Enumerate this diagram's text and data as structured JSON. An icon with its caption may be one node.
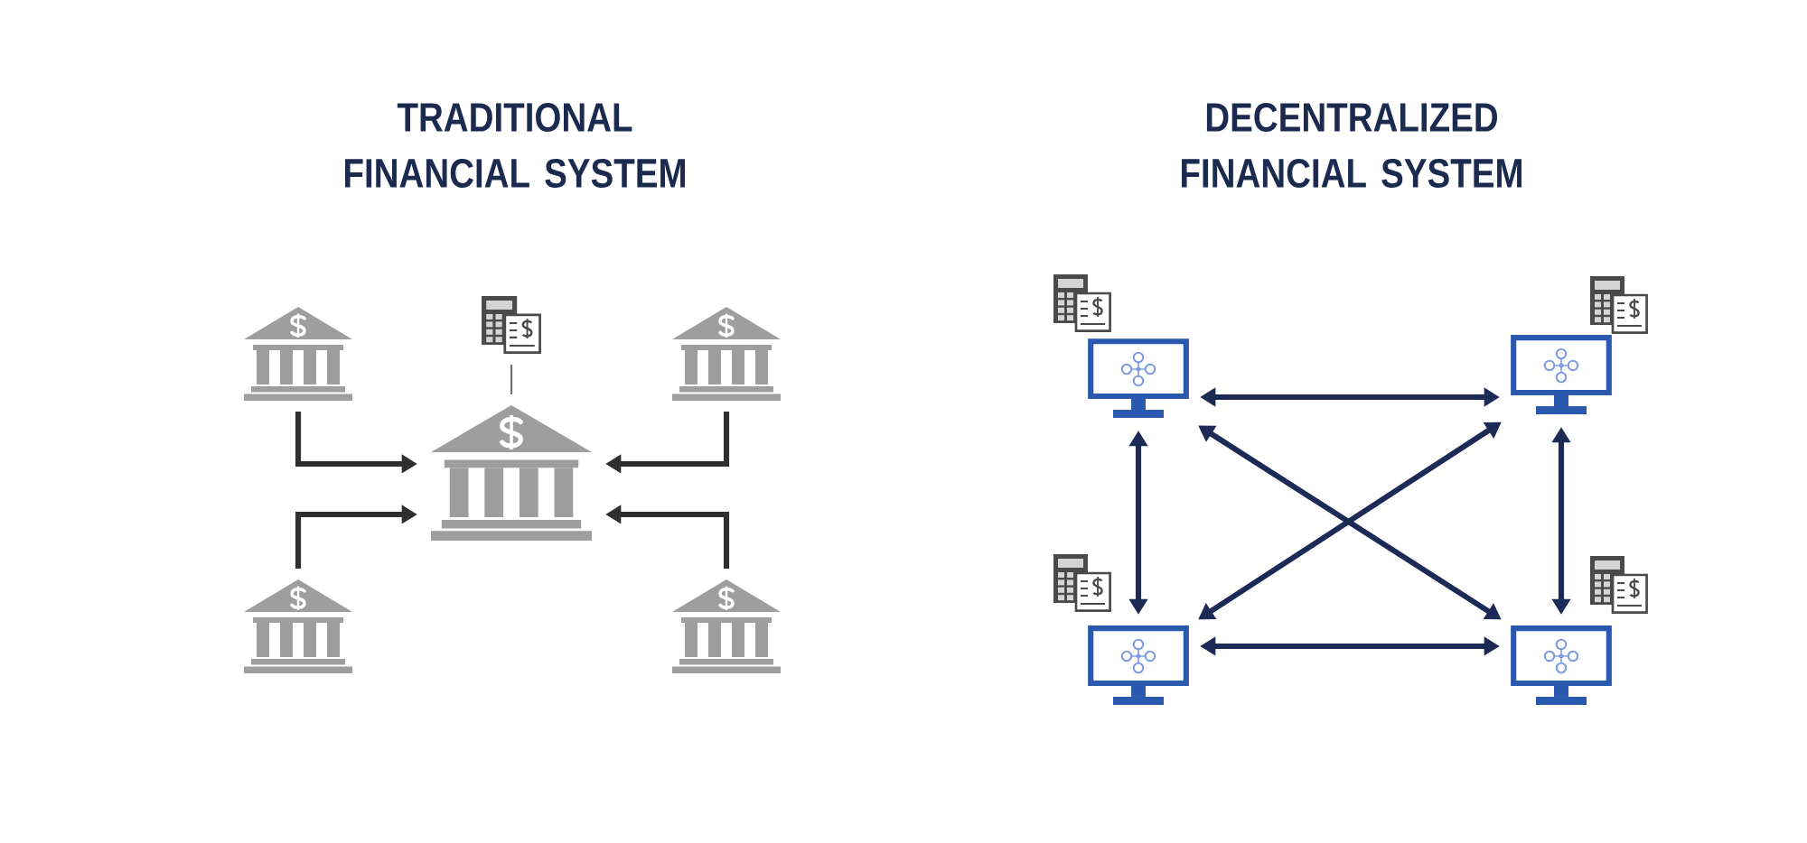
{
  "diagram": {
    "nodes": [
      {
        "text": [],
        "shape": "bank"
      },
      {
        "text": [],
        "shape": "calculator"
      },
      {
        "text": [],
        "shape": "bank"
      },
      {
        "text": [],
        "shape": "bank"
      },
      {
        "text": [],
        "shape": "bank"
      },
      {
        "text": [],
        "shape": "bank"
      },
      {
        "text": [],
        "shape": "monitor"
      },
      {
        "text": [],
        "shape": "monitor"
      },
      {
        "text": [],
        "shape": "monitor"
      },
      {
        "text": [],
        "shape": "monitor"
      }
    ],
    "edges": [
      {
        "from": 0,
        "to": 3,
        "arrow": "to",
        "color": "#2f2f2f"
      },
      {
        "from": 2,
        "to": 3,
        "arrow": "to",
        "color": "#2f2f2f"
      },
      {
        "from": 4,
        "to": 3,
        "arrow": "to",
        "color": "#2f2f2f"
      },
      {
        "from": 5,
        "to": 3,
        "arrow": "to",
        "color": "#2f2f2f"
      },
      {
        "from": 1,
        "to": 3,
        "arrow": "none",
        "color": "#6e6e6e"
      },
      {
        "from": 6,
        "to": 7,
        "arrow": "both"
      },
      {
        "from": 6,
        "to": 8,
        "arrow": "both"
      },
      {
        "from": 6,
        "to": 9,
        "arrow": "both"
      },
      {
        "from": 7,
        "to": 8,
        "arrow": "both"
      },
      {
        "from": 7,
        "to": 9,
        "arrow": "both"
      },
      {
        "from": 8,
        "to": 9,
        "arrow": "both"
      }
    ],
    "labels": [
      "TRADITIONAL FINANCIAL SYSTEM",
      "DECENTRALIZED FINANCIAL SYSTEM"
    ]
  }
}
